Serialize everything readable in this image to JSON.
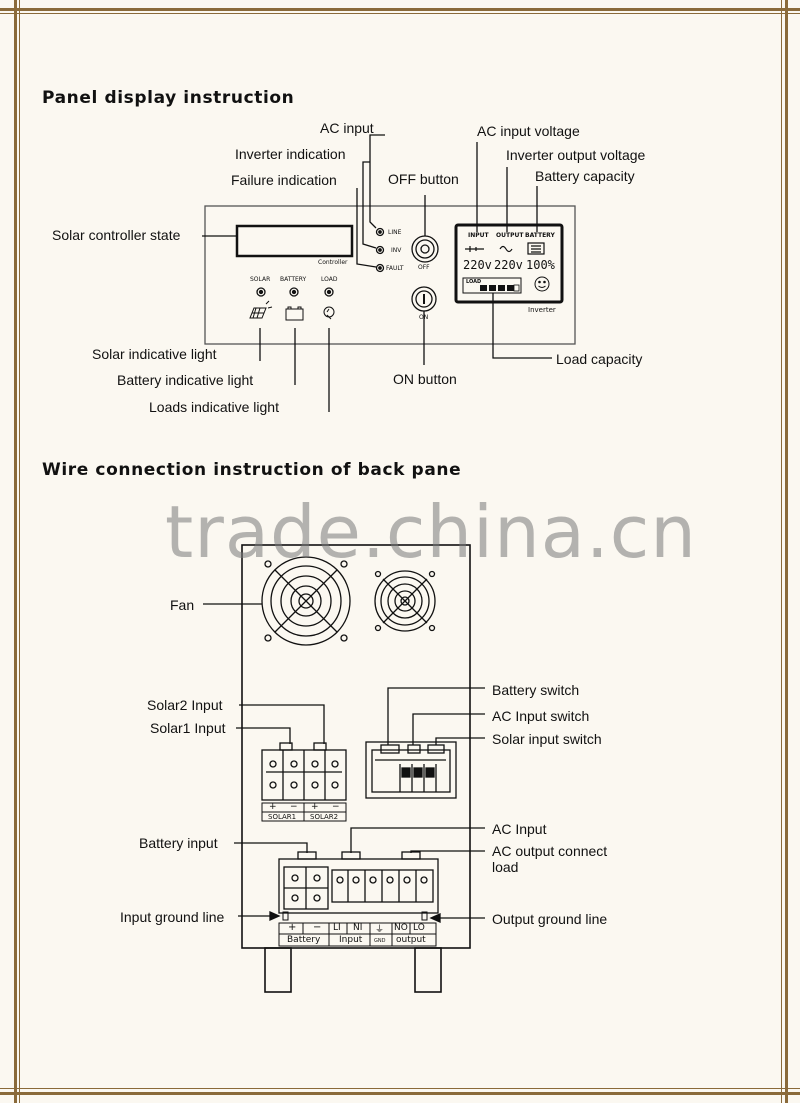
{
  "panel_section": {
    "title": "Panel display instruction",
    "labels": {
      "ac_input": "AC input",
      "inverter_indication": "Inverter indication",
      "failure_indication": "Failure indication",
      "off_button": "OFF  button",
      "ac_input_voltage": "AC  input voltage",
      "inverter_output_voltage": "Inverter output voltage",
      "battery_capacity": "Battery capacity",
      "solar_controller_state": "Solar controller state",
      "solar_indicative_light": "Solar indicative light",
      "battery_indicative_light": "Battery indicative light",
      "loads_indicative_light": "Loads indicative light",
      "on_button": "ON  button",
      "load_capacity": "Load capacity"
    },
    "panel_text": {
      "controller": "Controller",
      "solar": "SOLAR",
      "battery": "BATTERY",
      "load": "LOAD",
      "line": "LINE",
      "inv": "INV",
      "fault": "FAULT",
      "off": "OFF",
      "on": "ON",
      "inverter": "Inverter"
    },
    "lcd": {
      "input": "INPUT",
      "output": "OUTPUT",
      "battery": "BATTERY",
      "input_voltage": "220v",
      "output_voltage": "220v",
      "battery_percent": "100%",
      "load_label": "LOAD"
    }
  },
  "back_section": {
    "title": "Wire connection instruction of back pane",
    "labels": {
      "fan": "Fan",
      "solar2_input": "Solar2  Input",
      "solar1_input": "Solar1 Input",
      "battery_switch": "Battery  switch",
      "ac_input_switch": "AC Input   switch",
      "solar_input_switch": "Solar input switch",
      "battery_input": "Battery input",
      "ac_input": "AC Input",
      "ac_output_connect": "AC output connect",
      "load": "load",
      "input_ground_line": "Input ground line",
      "output_ground_line": "Output ground line"
    },
    "terminal_labels": {
      "plus": "+",
      "minus": "−",
      "solar1": "SOLAR1",
      "solar2": "SOLAR2",
      "li": "LI",
      "ni": "NI",
      "gnd_symbol": "⏚",
      "no": "NO",
      "lo": "LO",
      "battery": "Battery",
      "input": "Input",
      "gnd": "GND",
      "output": "output"
    }
  },
  "watermark": "trade.china.cn"
}
